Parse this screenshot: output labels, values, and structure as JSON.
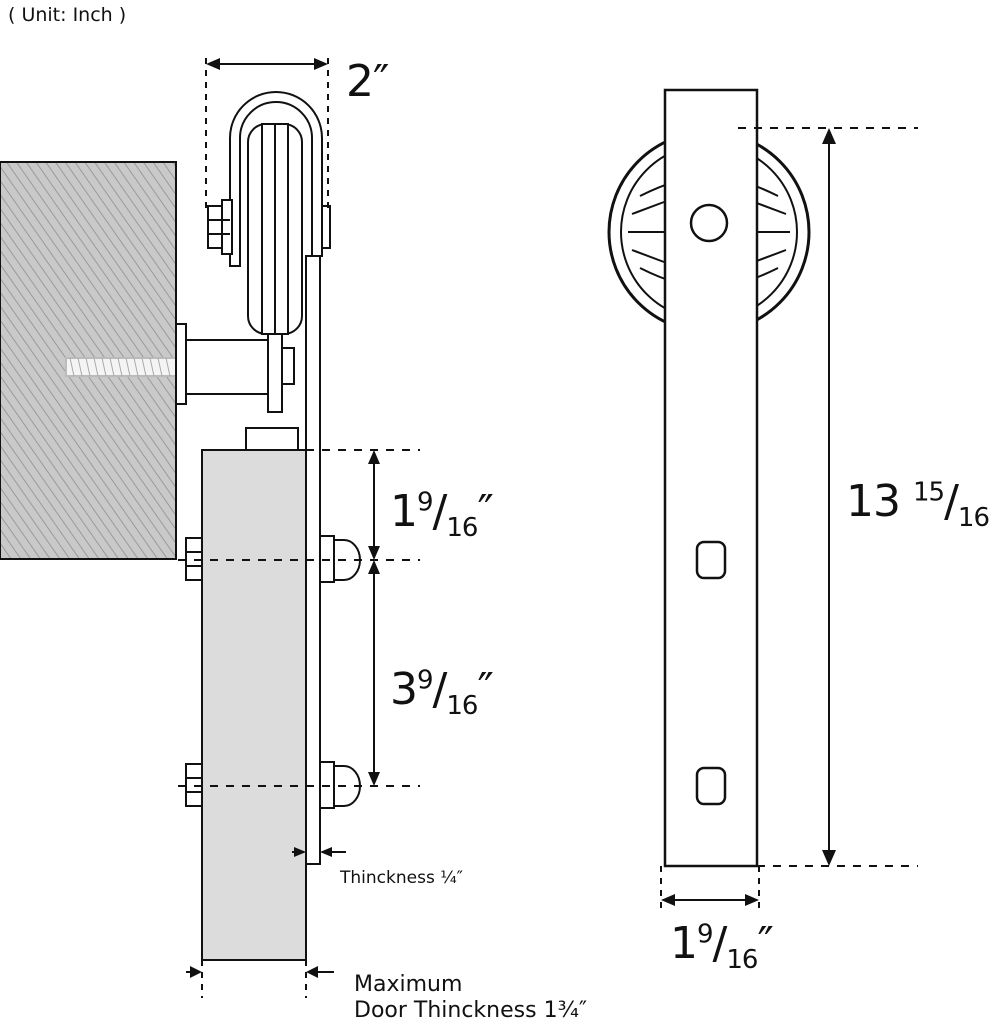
{
  "unit_note": "( Unit: Inch )",
  "dimensions": {
    "width_top": "2″",
    "spacing_1": {
      "whole": "1",
      "num": "9",
      "den": "16",
      "mark": "″"
    },
    "spacing_2": {
      "whole": "3",
      "num": "9",
      "den": "16",
      "mark": "″"
    },
    "height": {
      "whole": "13",
      "num": "15",
      "den": "16",
      "mark": "″"
    },
    "strap_width": {
      "whole": "1",
      "num": "9",
      "den": "16",
      "mark": "″"
    },
    "thickness": "Thinckness ¼″",
    "door_max_line1": "Maximum",
    "door_max_line2": "Door Thinckness 1¾″"
  },
  "colors": {
    "stroke": "#111111",
    "wall": "#c8c8c8",
    "door": "#dcdcdc",
    "strap": "#ffffff"
  }
}
